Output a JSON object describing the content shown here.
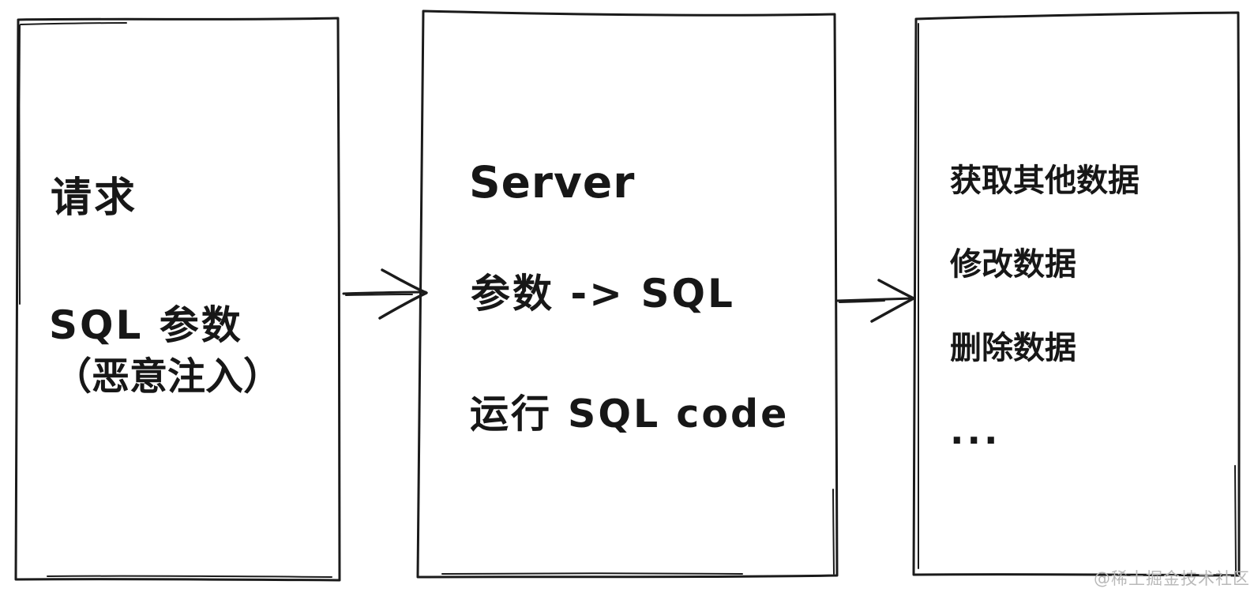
{
  "diagram": {
    "type": "flow",
    "colors": {
      "ink": "#1b1b1b",
      "background": "#ffffff",
      "watermark_gray": "#b9b9b9"
    },
    "boxes": [
      {
        "id": "request-box",
        "lines": [
          "请求",
          "SQL 参数",
          "（恶意注入）"
        ]
      },
      {
        "id": "server-box",
        "lines": [
          "Server",
          "参数 -> SQL",
          "运行 SQL code"
        ]
      },
      {
        "id": "result-box",
        "lines": [
          "获取其他数据",
          "修改数据",
          "删除数据",
          "..."
        ]
      }
    ],
    "arrows": [
      {
        "id": "arrow-request-to-server",
        "from": "request-box",
        "to": "server-box"
      },
      {
        "id": "arrow-server-to-result",
        "from": "server-box",
        "to": "result-box"
      }
    ]
  },
  "watermark": {
    "text": "@稀土掘金技术社区"
  }
}
